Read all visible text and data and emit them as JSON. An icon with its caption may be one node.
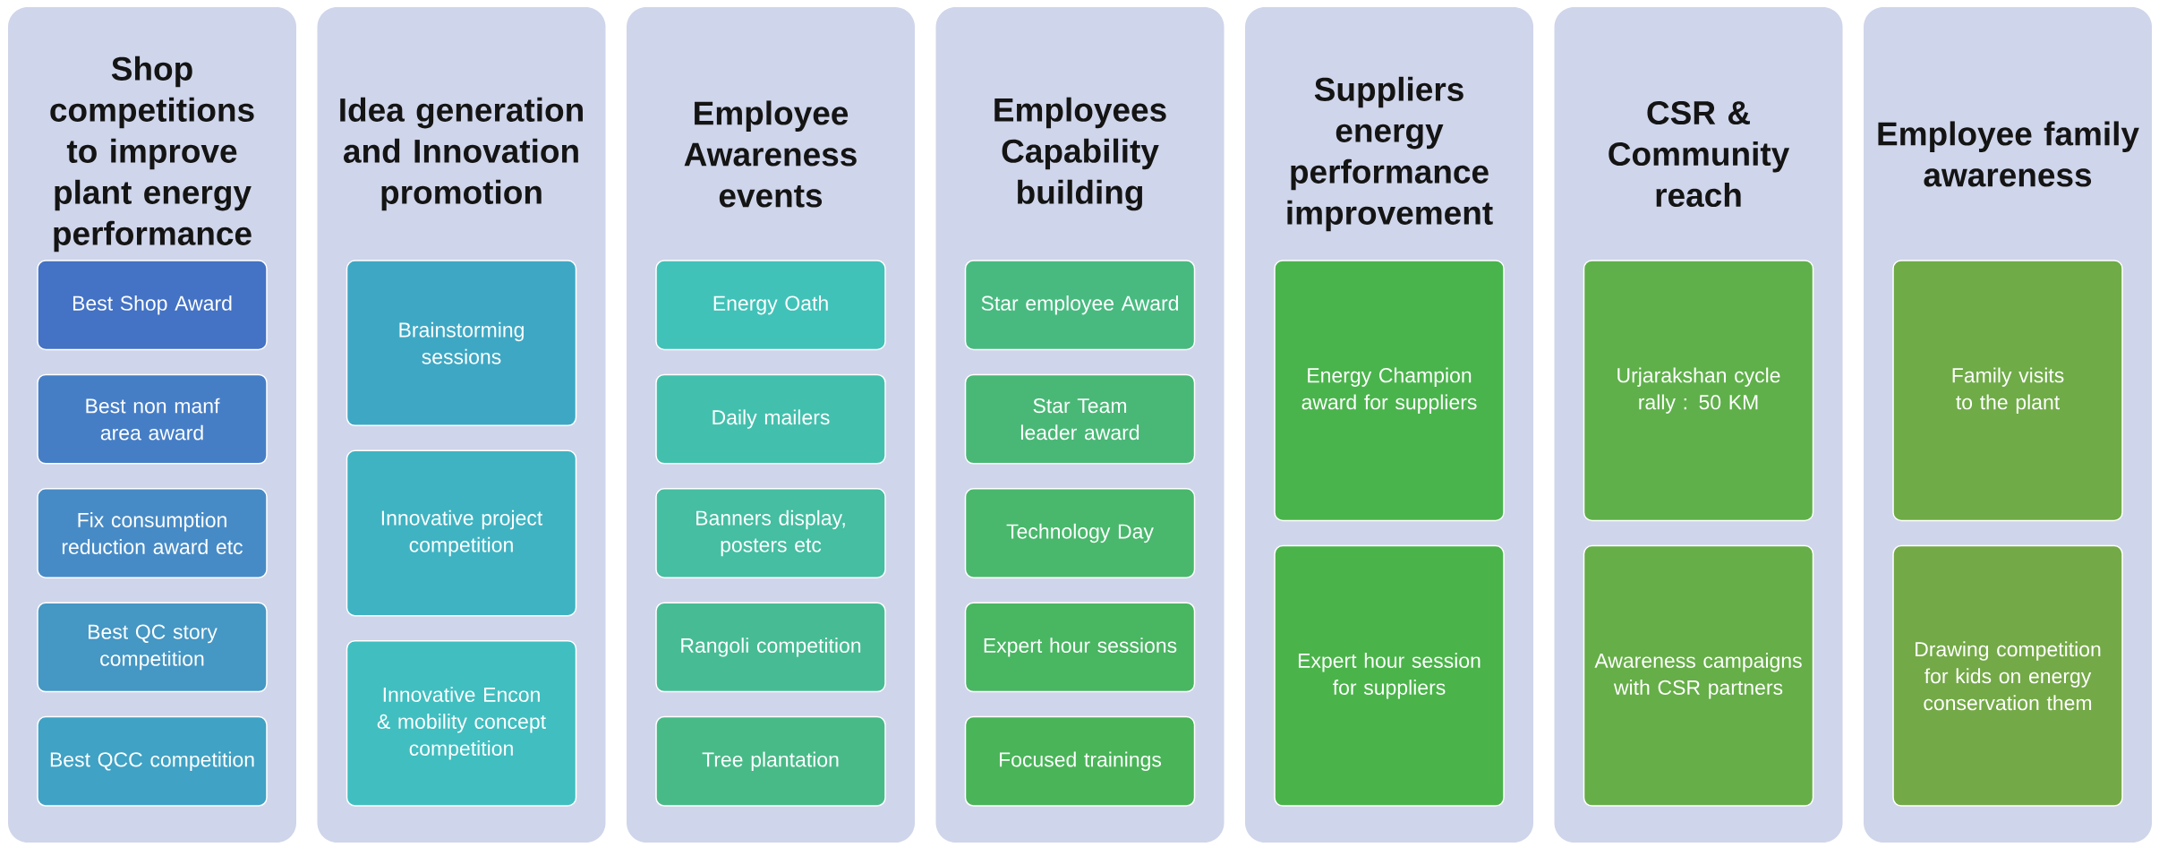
{
  "diagram": {
    "nodes": [
      {
        "text": [
          "Shop competitions to improve plant energy performance"
        ]
      },
      {
        "text": [
          "Best Shop Award"
        ],
        "in": 0
      },
      {
        "text": [
          "Best non manf area award"
        ],
        "in": 0
      },
      {
        "text": [
          "Fix consumption reduction award etc"
        ],
        "in": 0
      },
      {
        "text": [
          "Best QC story competition"
        ],
        "in": 0
      },
      {
        "text": [
          "Best QCC competition"
        ],
        "in": 0
      },
      {
        "text": [
          "Idea generation and Innovation promotion"
        ]
      },
      {
        "text": [
          "Brainstorming sessions"
        ],
        "in": 6
      },
      {
        "text": [
          "Innovative project competition"
        ],
        "in": 6
      },
      {
        "text": [
          "Innovative Encon & mobility concept competition"
        ],
        "in": 6
      },
      {
        "text": [
          "Employee Awareness events"
        ]
      },
      {
        "text": [
          "Energy Oath"
        ],
        "in": 10
      },
      {
        "text": [
          "Daily mailers"
        ],
        "in": 10
      },
      {
        "text": [
          "Banners display, posters etc"
        ],
        "in": 10
      },
      {
        "text": [
          "Rangoli competition"
        ],
        "in": 10
      },
      {
        "text": [
          "Tree plantation"
        ],
        "in": 10
      },
      {
        "text": [
          "Employees Capability building"
        ]
      },
      {
        "text": [
          "Star employee Award"
        ],
        "in": 16
      },
      {
        "text": [
          "Star Team leader award"
        ],
        "in": 16
      },
      {
        "text": [
          "Technology Day"
        ],
        "in": 16
      },
      {
        "text": [
          "Expert hour sessions"
        ],
        "in": 16
      },
      {
        "text": [
          "Focused trainings"
        ],
        "in": 16
      },
      {
        "text": [
          "Suppliers energy performance improvement"
        ]
      },
      {
        "text": [
          "Energy Champion award for suppliers"
        ],
        "in": 22
      },
      {
        "text": [
          "Expert hour session for suppliers"
        ],
        "in": 22
      },
      {
        "text": [
          "CSR & Community reach"
        ]
      },
      {
        "text": [
          "Urjarakshan cycle rally : 50 KM"
        ],
        "in": 25
      },
      {
        "text": [
          "Awareness campaigns with CSR partners"
        ],
        "in": 25
      },
      {
        "text": [
          "Employee family awareness"
        ]
      },
      {
        "text": [
          "Family visits to the plant"
        ],
        "in": 28
      },
      {
        "text": [
          "Drawing competition for kids on energy conservation them"
        ],
        "in": 28
      }
    ]
  }
}
